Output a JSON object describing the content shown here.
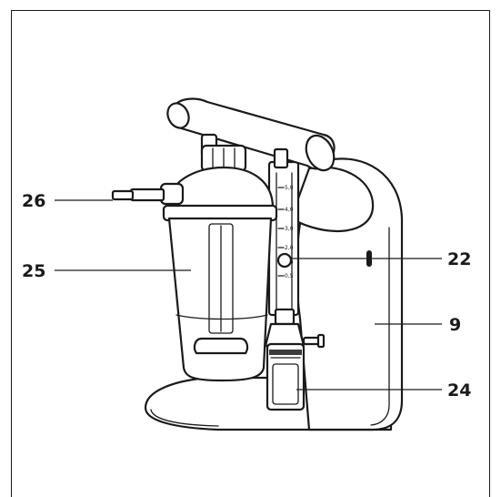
{
  "callouts": [
    {
      "id": "26",
      "label": "26"
    },
    {
      "id": "25",
      "label": "25"
    },
    {
      "id": "22",
      "label": "22"
    },
    {
      "id": "9",
      "label": "9"
    },
    {
      "id": "24",
      "label": "24"
    }
  ],
  "flowmeter_scale": [
    "5,0",
    "4,0",
    "3,0",
    "2,0",
    "1,0",
    "0,5"
  ],
  "colors": {
    "line": "#1a1a1a",
    "background": "#ffffff"
  }
}
